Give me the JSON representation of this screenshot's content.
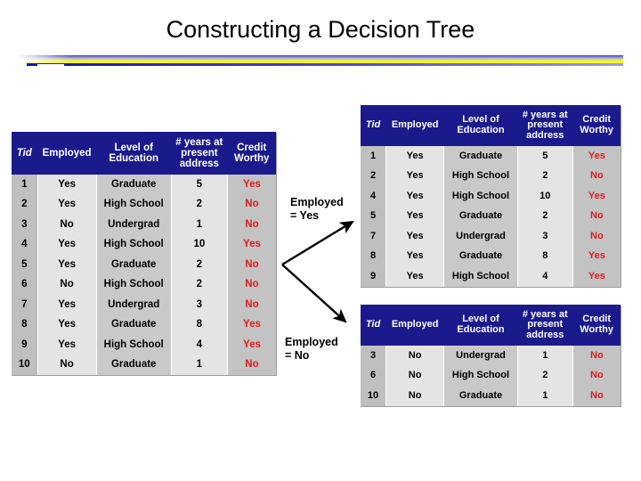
{
  "slide": {
    "title": "Constructing a Decision Tree",
    "theme": {
      "header_bg": "#1a1a8c",
      "header_text": "#ffffff",
      "accent_yellow": "#ffff00",
      "accent_blue": "#3a3af0",
      "class_label_color": "#e01b1b",
      "page_bg": "#ffffff"
    }
  },
  "columns": {
    "tid": "Tid",
    "employed": "Employed",
    "education": "Level of Education",
    "education_line1": "Level of",
    "education_line2": "Education",
    "years": "# years at present address",
    "years_line1": "# years at",
    "years_line2": "present",
    "years_line3": "address",
    "credit": "Credit Worthy",
    "credit_line1": "Credit",
    "credit_line2": "Worthy"
  },
  "table_main": {
    "name": "root-dataset",
    "rows": [
      {
        "tid": "1",
        "employed": "Yes",
        "education": "Graduate",
        "years": "5",
        "credit": "Yes"
      },
      {
        "tid": "2",
        "employed": "Yes",
        "education": "High School",
        "years": "2",
        "credit": "No"
      },
      {
        "tid": "3",
        "employed": "No",
        "education": "Undergrad",
        "years": "1",
        "credit": "No"
      },
      {
        "tid": "4",
        "employed": "Yes",
        "education": "High School",
        "years": "10",
        "credit": "Yes"
      },
      {
        "tid": "5",
        "employed": "Yes",
        "education": "Graduate",
        "years": "2",
        "credit": "No"
      },
      {
        "tid": "6",
        "employed": "No",
        "education": "High School",
        "years": "2",
        "credit": "No"
      },
      {
        "tid": "7",
        "employed": "Yes",
        "education": "Undergrad",
        "years": "3",
        "credit": "No"
      },
      {
        "tid": "8",
        "employed": "Yes",
        "education": "Graduate",
        "years": "8",
        "credit": "Yes"
      },
      {
        "tid": "9",
        "employed": "Yes",
        "education": "High School",
        "years": "4",
        "credit": "Yes"
      },
      {
        "tid": "10",
        "employed": "No",
        "education": "Graduate",
        "years": "1",
        "credit": "No"
      }
    ]
  },
  "branch_yes": {
    "label_line1": "Employed",
    "label_line2": "= Yes",
    "table": {
      "name": "employed-yes-partition",
      "rows": [
        {
          "tid": "1",
          "employed": "Yes",
          "education": "Graduate",
          "years": "5",
          "credit": "Yes"
        },
        {
          "tid": "2",
          "employed": "Yes",
          "education": "High School",
          "years": "2",
          "credit": "No"
        },
        {
          "tid": "4",
          "employed": "Yes",
          "education": "High School",
          "years": "10",
          "credit": "Yes"
        },
        {
          "tid": "5",
          "employed": "Yes",
          "education": "Graduate",
          "years": "2",
          "credit": "No"
        },
        {
          "tid": "7",
          "employed": "Yes",
          "education": "Undergrad",
          "years": "3",
          "credit": "No"
        },
        {
          "tid": "8",
          "employed": "Yes",
          "education": "Graduate",
          "years": "8",
          "credit": "Yes"
        },
        {
          "tid": "9",
          "employed": "Yes",
          "education": "High School",
          "years": "4",
          "credit": "Yes"
        }
      ]
    }
  },
  "branch_no": {
    "label_line1": "Employed",
    "label_line2": "= No",
    "table": {
      "name": "employed-no-partition",
      "rows": [
        {
          "tid": "3",
          "employed": "No",
          "education": "Undergrad",
          "years": "1",
          "credit": "No"
        },
        {
          "tid": "6",
          "employed": "No",
          "education": "High School",
          "years": "2",
          "credit": "No"
        },
        {
          "tid": "10",
          "employed": "No",
          "education": "Graduate",
          "years": "1",
          "credit": "No"
        }
      ]
    }
  }
}
